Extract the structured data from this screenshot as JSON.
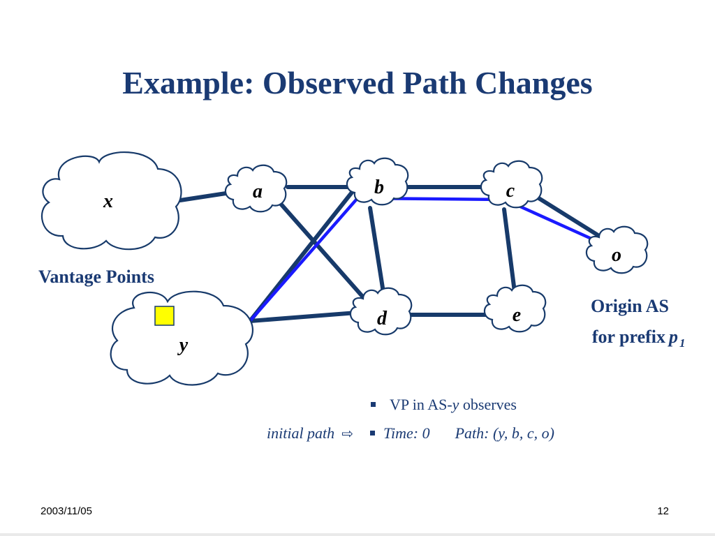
{
  "title": "Example: Observed Path Changes",
  "nodes": {
    "x": "x",
    "y": "y",
    "a": "a",
    "b": "b",
    "c": "c",
    "d": "d",
    "e": "e",
    "o": "o"
  },
  "captions": {
    "vantage_points": "Vantage Points",
    "origin_line1": "Origin AS",
    "origin_line2": "for prefix",
    "origin_prefix": "p",
    "origin_sub": "1"
  },
  "bullets": {
    "line1_pre": "VP in AS-",
    "line1_y": "y",
    "line1_post": " observes",
    "initial_path": "initial path",
    "time": "Time: 0",
    "path": "Path: (y, b, c, o)"
  },
  "footer": {
    "date": "2003/11/05",
    "page": "12"
  },
  "colors": {
    "link": "#173a6a",
    "path": "#1a1aff",
    "title": "#1a3a73",
    "marker": "#ffff00"
  }
}
